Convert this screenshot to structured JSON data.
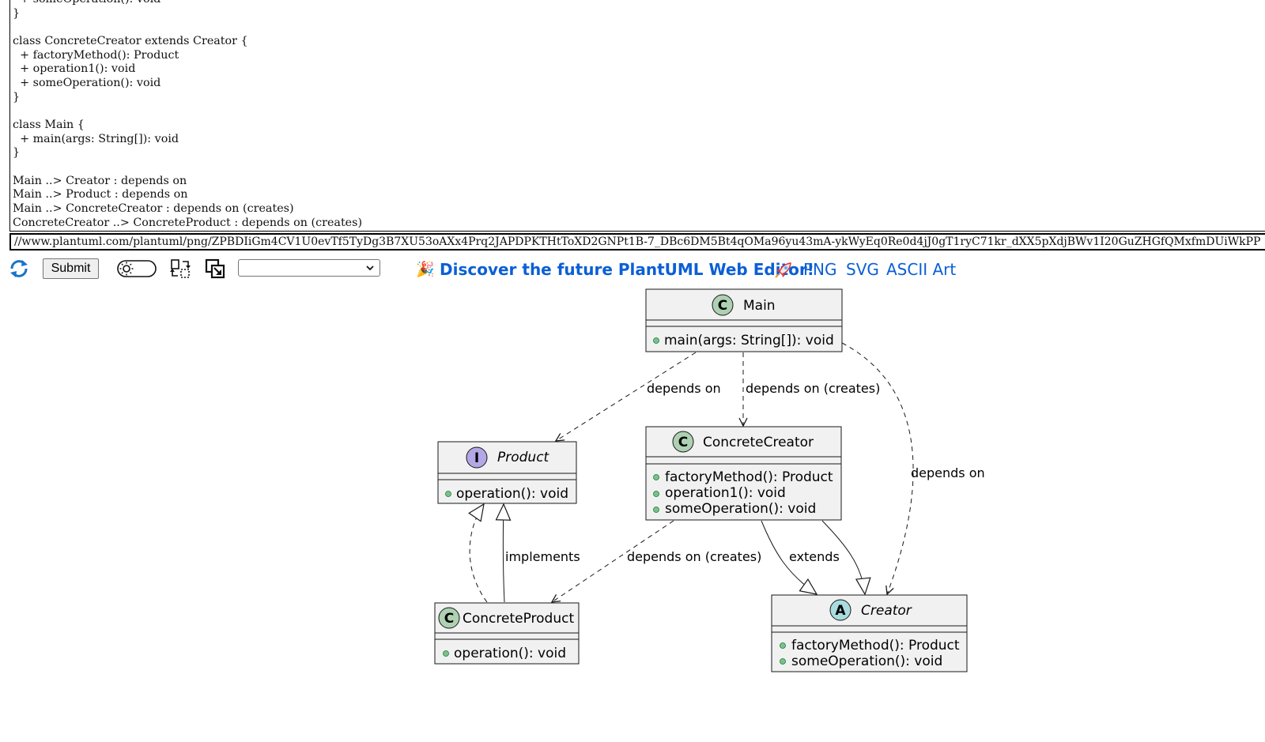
{
  "editor": {
    "source": "  + someOperation(): void\n}\n\nclass ConcreteCreator extends Creator {\n  + factoryMethod(): Product\n  + operation1(): void\n  + someOperation(): void\n}\n\nclass Main {\n  + main(args: String[]): void\n}\n\nMain ..> Creator : depends on\nMain ..> Product : depends on\nMain ..> ConcreteCreator : depends on (creates)\nConcreteCreator ..> ConcreteProduct : depends on (creates)"
  },
  "url": {
    "value": "//www.plantuml.com/plantuml/png/ZPBDIiGm4CV1U0evTf5TyDg3B7XU53oAXx4Prq2JAPDPKTHtToXD2GNPt1B-7_DBc6DM5Bt4qOMa96yu43mA-ykWyEq0Re0d4jJ0gT1ryC71kr_dXX5pXdjBWv1I20GuZHGfQMxfmDUiWkPP"
  },
  "toolbar": {
    "submit_label": "Submit",
    "format_select_value": "",
    "party_icon": "🎉",
    "discover_label": "Discover the future PlantUML Web Editor!",
    "links": [
      "PNG",
      "SVG",
      "ASCII Art"
    ],
    "icons": {
      "refresh": "refresh-icon",
      "theme": "light-theme-toggle",
      "swap": "swap-layout-icon",
      "popout": "open-in-new-window-icon",
      "rocket": "rocket-icon"
    }
  },
  "diagram": {
    "classes": {
      "main": {
        "stereotype": "C",
        "name": "Main",
        "members": [
          "main(args: String[]): void"
        ]
      },
      "product": {
        "stereotype": "I",
        "name": "Product",
        "members": [
          "operation(): void"
        ]
      },
      "concrete_creator": {
        "stereotype": "C",
        "name": "ConcreteCreator",
        "members": [
          "factoryMethod(): Product",
          "operation1(): void",
          "someOperation(): void"
        ]
      },
      "concrete_product": {
        "stereotype": "C",
        "name": "ConcreteProduct",
        "members": [
          "operation(): void"
        ]
      },
      "creator": {
        "stereotype": "A",
        "name": "Creator",
        "members": [
          "factoryMethod(): Product",
          "someOperation(): void"
        ]
      }
    },
    "edge_labels": {
      "main_product": "depends on",
      "main_concrete_creator": "depends on (creates)",
      "main_creator": "depends on",
      "product_implements": "implements",
      "cc_concrete_product": "depends on (creates)",
      "cc_extends": "extends"
    },
    "colors": {
      "class_badge": "#add1b2",
      "interface_badge": "#b4a7e5",
      "abstract_badge": "#a9dcdf",
      "member_dot": "#84be84",
      "box_fill": "#f1f1f1",
      "link": "#0b5fd6"
    }
  }
}
